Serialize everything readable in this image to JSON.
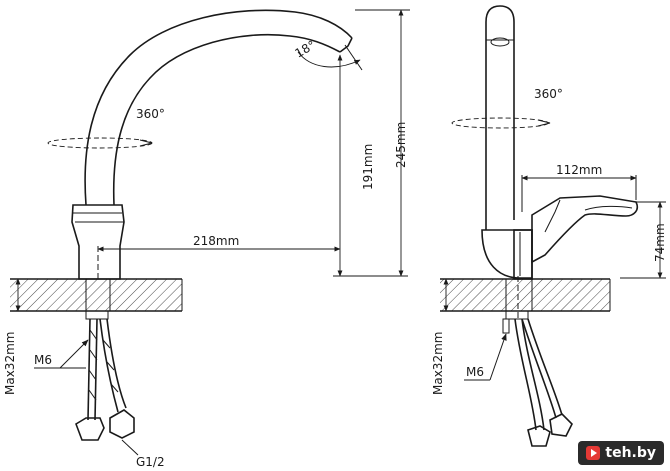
{
  "front_view": {
    "rotation_label": "360°",
    "angle_label": "18°",
    "dim_height_spout": "191mm",
    "dim_height_total": "245mm",
    "dim_reach": "218mm",
    "dim_max_thickness": "Max32mm",
    "thread_label": "M6",
    "hose_label": "G1/2"
  },
  "side_view": {
    "rotation_label": "360°",
    "dim_lever": "112mm",
    "dim_lever_height": "74mm",
    "dim_max_thickness": "Max32mm",
    "thread_label": "M6"
  },
  "watermark": {
    "text": "teh.by",
    "icon": "play-icon"
  }
}
